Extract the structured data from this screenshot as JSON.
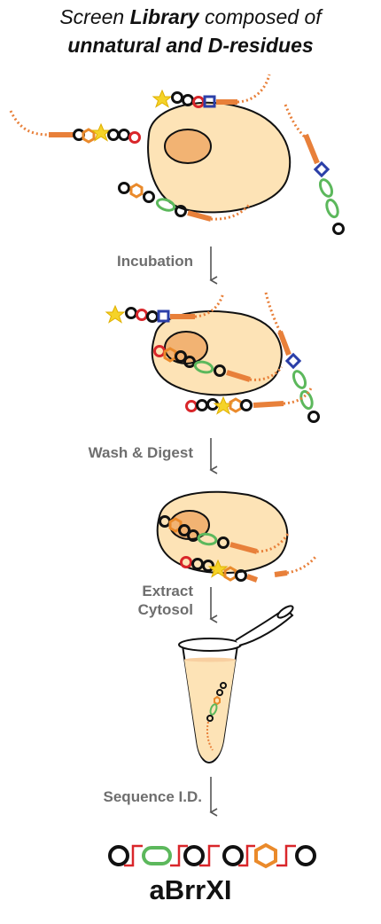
{
  "title": {
    "prefix": "Screen ",
    "emphasis": "Library",
    "suffix": " composed of",
    "line2": "unnatural and D-residues"
  },
  "steps": [
    {
      "label": "Incubation"
    },
    {
      "label": "Wash & Digest"
    },
    {
      "label_line1": "Extract",
      "label_line2": "Cytosol"
    },
    {
      "label": "Sequence I.D."
    }
  ],
  "result": {
    "name": "aBrrXI"
  },
  "colors": {
    "peptide_orange": "#e8803a",
    "cell_fill": "#fde3b6",
    "nucleus_fill": "#f2b373",
    "ring_black": "#111111",
    "ring_red": "#d9262a",
    "ring_orange": "#ea8a2b",
    "ring_green": "#5cb85c",
    "ring_blue": "#2b3fa8",
    "star_yellow": "#f5d328",
    "arrow_gray": "#555555"
  }
}
